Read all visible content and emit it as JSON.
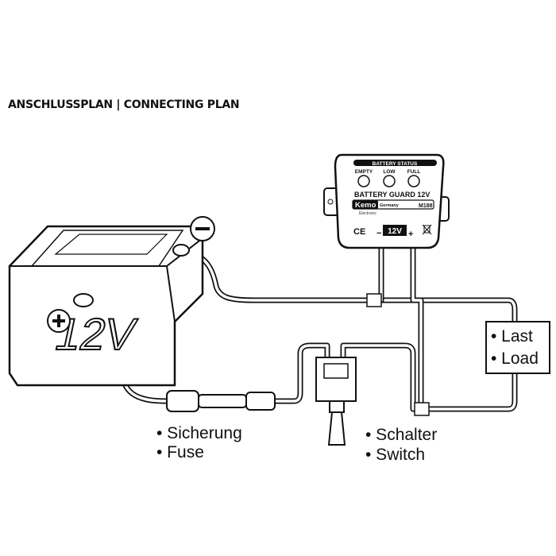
{
  "title": "ANSCHLUSSPLAN | CONNECTING PLAN",
  "battery": {
    "voltage_label": "12V",
    "minus_symbol": "−",
    "plus_symbol": "+"
  },
  "module": {
    "status_header": "BATTERY STATUS",
    "leds": [
      "EMPTY",
      "LOW",
      "FULL"
    ],
    "product_name": "BATTERY GUARD 12V",
    "brand": "Kemo",
    "brand_sub": "Electronic",
    "country": "Germany",
    "model": "M188",
    "ce_mark": "CE",
    "battery_label": "12V",
    "terminal_minus": "−",
    "terminal_plus": "+"
  },
  "labels": {
    "fuse_de": "• Sicherung",
    "fuse_en": "• Fuse",
    "switch_de": "• Schalter",
    "switch_en": "• Switch",
    "load_de": "• Last",
    "load_en": "• Load"
  }
}
